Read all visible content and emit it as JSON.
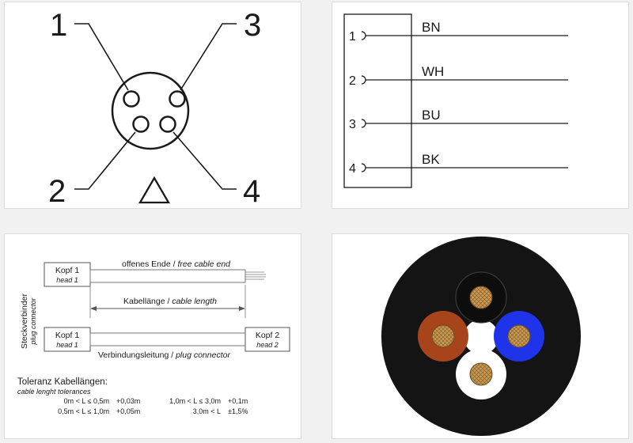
{
  "pinout": {
    "pins": [
      "1",
      "3",
      "2",
      "4"
    ],
    "coding_symbol": "triangle"
  },
  "wiring": {
    "pins": [
      {
        "no": "1",
        "wire": "BN"
      },
      {
        "no": "2",
        "wire": "WH"
      },
      {
        "no": "3",
        "wire": "BU"
      },
      {
        "no": "4",
        "wire": "BK"
      }
    ]
  },
  "cable": {
    "side_label": "Steckverbinder",
    "side_label_en": "plug connector",
    "head1_label": "Kopf 1",
    "head1_label_en": "head 1",
    "free_end_label": "offenes Ende /",
    "free_end_label_en": "free cable end",
    "length_label": "Kabellänge /",
    "length_label_en": "cable length",
    "head1b_label": "Kopf 1",
    "head1b_label_en": "head 1",
    "head2_label": "Kopf 2",
    "head2_label_en": "head 2",
    "connection_label": "Verbindungsleitung /",
    "connection_label_en": "plug connector",
    "tolerance_title": "Toleranz Kabellängen:",
    "tolerance_title_en": "cable lenght tolerances",
    "tolerances": [
      {
        "range": "0m < L ≤ 0,5m",
        "tol": "+0,03m"
      },
      {
        "range": "0,5m < L ≤ 1,0m",
        "tol": "+0,05m"
      },
      {
        "range": "1,0m < L ≤ 3,0m",
        "tol": "+0,1m"
      },
      {
        "range": "3,0m < L",
        "tol": "±1,5%"
      }
    ]
  },
  "cross_section": {
    "jacket_color": "#141414",
    "cores": [
      {
        "name": "black-core",
        "color": "#0d0d0d"
      },
      {
        "name": "brown-core",
        "color": "#a8441c"
      },
      {
        "name": "blue-core",
        "color": "#1f34e8"
      },
      {
        "name": "white-core",
        "color": "#ffffff"
      }
    ],
    "conductor_color": "#c79a55"
  }
}
